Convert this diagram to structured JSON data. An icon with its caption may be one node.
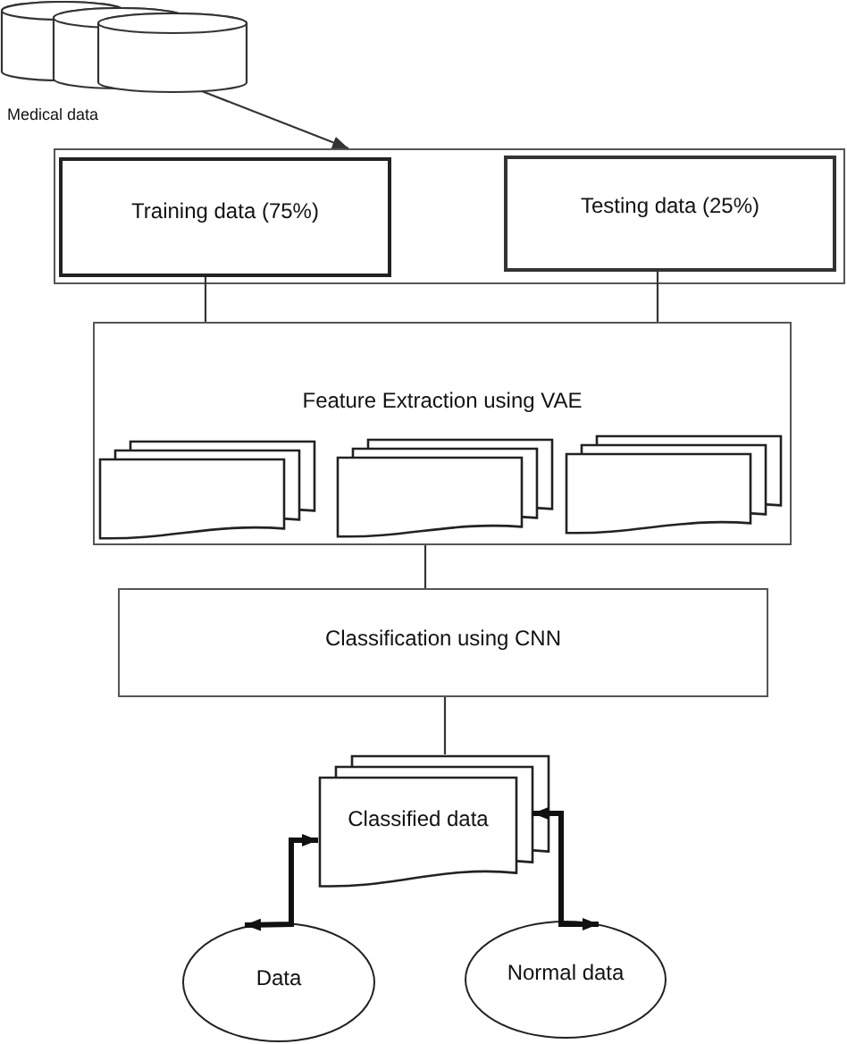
{
  "diagram": {
    "nodes": [
      {
        "text": [],
        "shape": "cylinder",
        "beside": [
          "Medical data"
        ]
      },
      {
        "text": [],
        "shape": "box"
      },
      {
        "text": [
          "Training data (75%)"
        ],
        "in": 1
      },
      {
        "text": [
          "Testing data (25%)"
        ],
        "in": 1
      },
      {
        "text": [
          "Feature Extraction using VAE"
        ]
      },
      {
        "text": [],
        "shape": "document",
        "in": 4
      },
      {
        "text": [],
        "shape": "document",
        "in": 4
      },
      {
        "text": [],
        "shape": "document",
        "in": 4
      },
      {
        "text": [
          "Classification using CNN"
        ]
      },
      {
        "text": [
          "Classified data"
        ]
      },
      {
        "text": [
          "Data"
        ]
      },
      {
        "text": [
          "Normal data"
        ]
      }
    ],
    "edges": [
      {
        "from": 0,
        "to": 1,
        "arrow": "to"
      },
      {
        "from": 2,
        "to": 4,
        "arrow": "none"
      },
      {
        "from": 3,
        "to": 4,
        "arrow": "none"
      },
      {
        "from": 4,
        "to": 8,
        "arrow": "none"
      },
      {
        "from": 8,
        "to": 9,
        "arrow": "none"
      },
      {
        "from": 9,
        "to": 10,
        "arrow": "both",
        "style": "thick"
      },
      {
        "from": 9,
        "to": 11,
        "arrow": "both",
        "style": "thick"
      }
    ]
  }
}
